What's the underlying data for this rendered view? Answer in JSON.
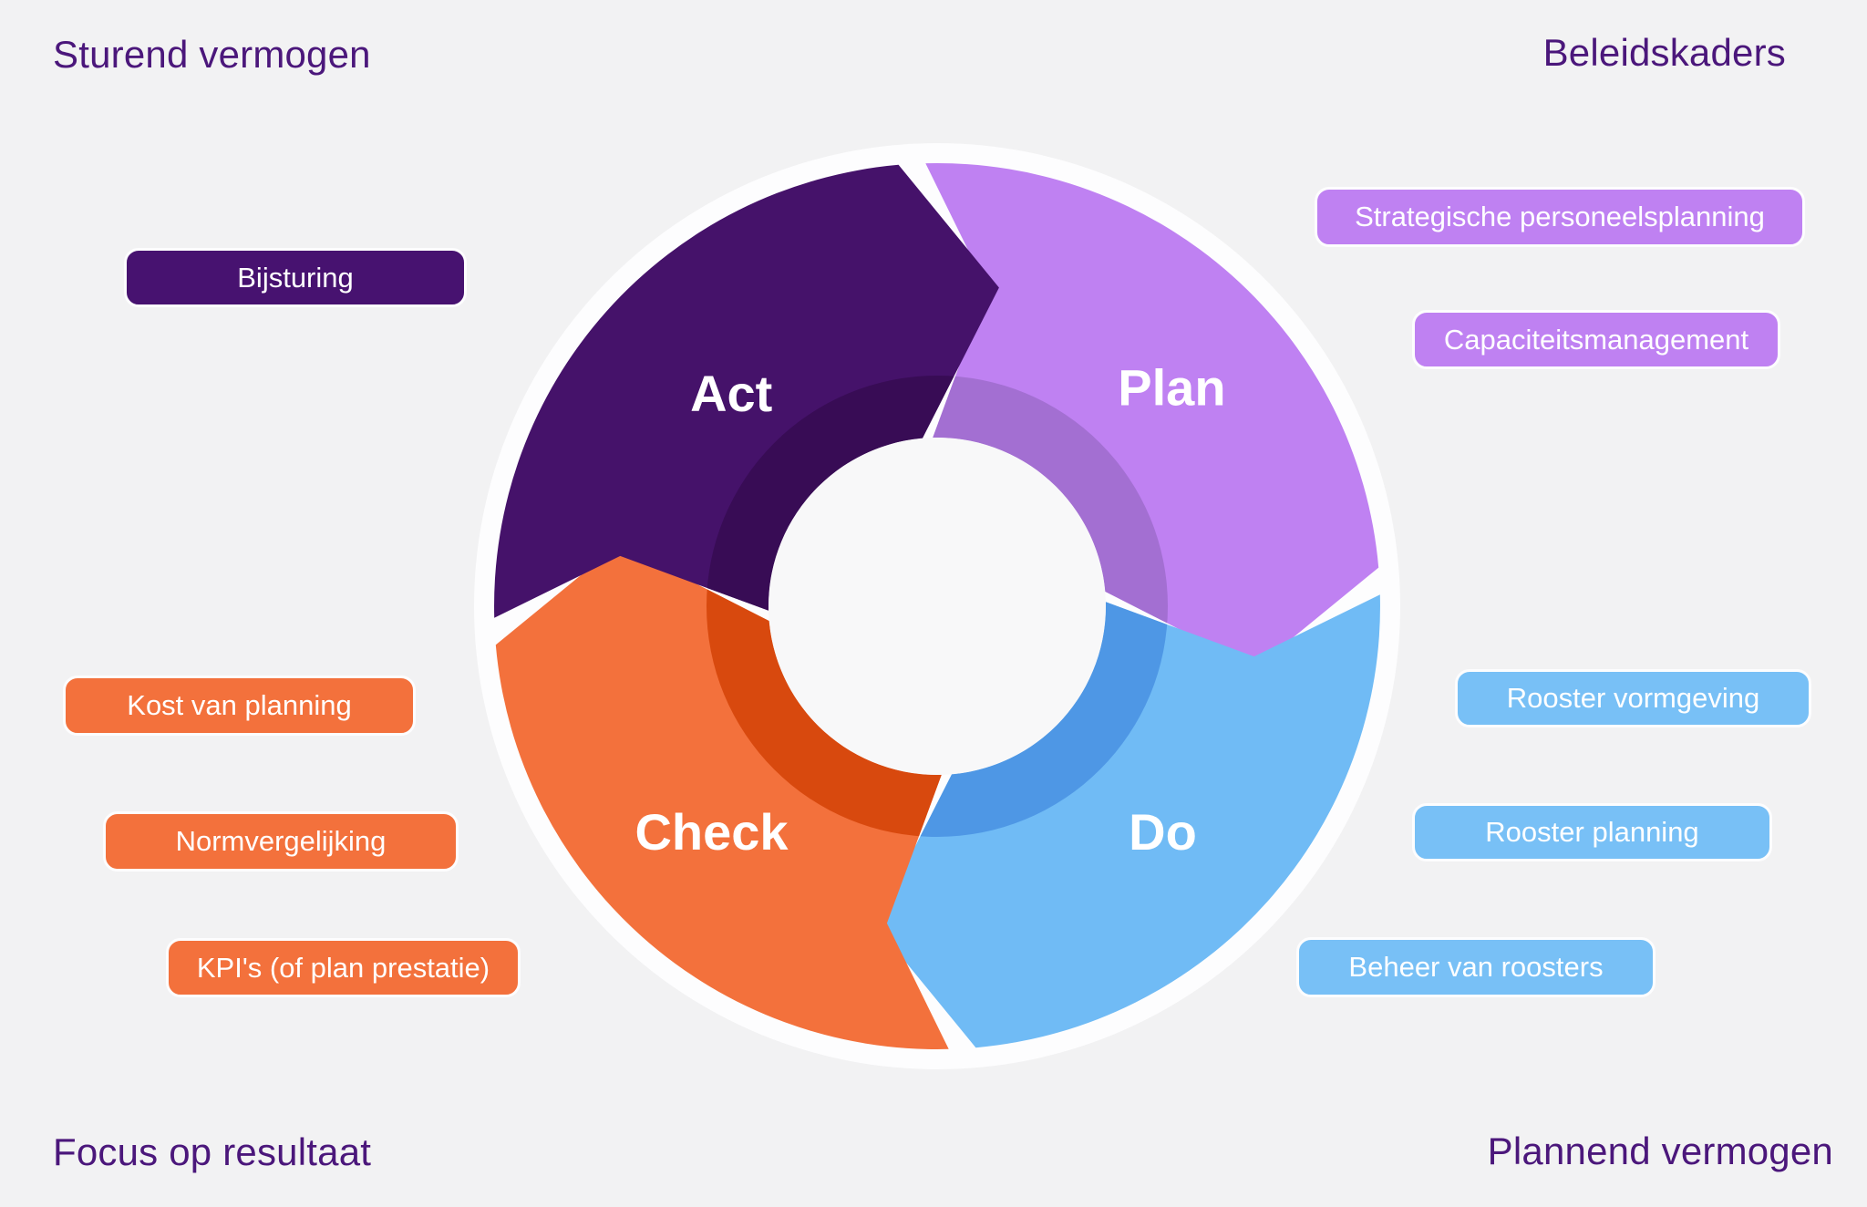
{
  "background": "#f2f2f3",
  "corner_labels": {
    "color": "#4b177b",
    "top_left": "Sturend vermogen",
    "top_right": "Beleidskaders",
    "bottom_left": "Focus op resultaat",
    "bottom_right": "Plannend vermogen"
  },
  "cycle": {
    "label_color": "#ffffff",
    "outer_ring_color": "#fdfdfe",
    "center_circle_color": "#f8f8f9",
    "segments": [
      {
        "id": "plan",
        "label": "Plan",
        "color": "#bf81f2",
        "dark": "#a36fd2"
      },
      {
        "id": "do",
        "label": "Do",
        "color": "#70bbf5",
        "dark": "#4e97e5"
      },
      {
        "id": "check",
        "label": "Check",
        "color": "#f3713c",
        "dark": "#d8490e"
      },
      {
        "id": "act",
        "label": "Act",
        "color": "#45126a",
        "dark": "#380c55"
      }
    ]
  },
  "pills": {
    "left": [
      {
        "label": "Bijsturing",
        "color": "#471270"
      },
      {
        "label": "Kost van planning",
        "color": "#f3713c"
      },
      {
        "label": "Normvergelijking",
        "color": "#f3713c"
      },
      {
        "label": "KPI's (of plan prestatie)",
        "color": "#f3713c"
      }
    ],
    "right": [
      {
        "label": "Strategische personeelsplanning",
        "color": "#bf81f2"
      },
      {
        "label": "Capaciteitsmanagement",
        "color": "#bf81f2"
      },
      {
        "label": "Rooster vormgeving",
        "color": "#78c0f6"
      },
      {
        "label": "Rooster planning",
        "color": "#78c0f6"
      },
      {
        "label": "Beheer van roosters",
        "color": "#78c0f6"
      }
    ]
  }
}
